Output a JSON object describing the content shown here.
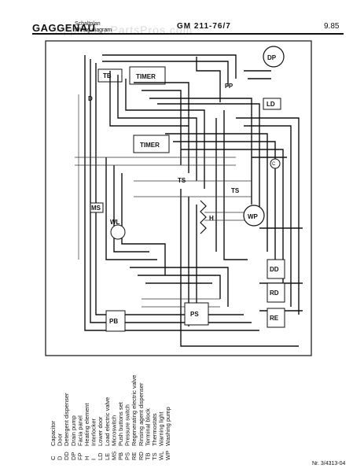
{
  "header": {
    "brand": "GAGGENAU",
    "subtitle_line1": "Schaltplan",
    "subtitle_line2": "Wiring diagram",
    "model": "GM 211-76/7",
    "date": "9.85",
    "watermark": "AppliancePartsPros.com"
  },
  "footer": {
    "doc_number": "Nr. 3/4313-04"
  },
  "components": {
    "dp": "DP",
    "timer_top": "TIMER",
    "timer_mid": "TIMER",
    "ms": "MS",
    "wl": "WL",
    "wp": "WP",
    "ld": "LD",
    "fp": "FP",
    "h": "H",
    "pb": "PB",
    "ps": "PS",
    "dd": "DD",
    "rd": "RD",
    "re": "RE",
    "c": "C",
    "d": "D",
    "ts": "TS",
    "ts2": "TS",
    "tb": "TB"
  },
  "legend": [
    {
      "code": "C",
      "text": "Capacitor"
    },
    {
      "code": "D",
      "text": "Door"
    },
    {
      "code": "DD",
      "text": "Detergent dispenser"
    },
    {
      "code": "DP",
      "text": "Drain pump"
    },
    {
      "code": "FP",
      "text": "Facia panel"
    },
    {
      "code": "H",
      "text": "Heating element"
    },
    {
      "code": "I",
      "text": "Interlocker"
    },
    {
      "code": "LD",
      "text": "Lower door"
    },
    {
      "code": "LE",
      "text": "Load electric valve"
    },
    {
      "code": "MS",
      "text": "Microswitch"
    },
    {
      "code": "PB",
      "text": "Push buttons set"
    },
    {
      "code": "PS",
      "text": "Pressure switch"
    },
    {
      "code": "RE",
      "text": "Regenerating electric valve"
    },
    {
      "code": "RD",
      "text": "Rinsing agent dispenser"
    },
    {
      "code": "TB",
      "text": "Terminal block"
    },
    {
      "code": "TS",
      "text": "Thermostats"
    },
    {
      "code": "WL",
      "text": "Warning light"
    },
    {
      "code": "WP",
      "text": "Washing pump"
    }
  ]
}
